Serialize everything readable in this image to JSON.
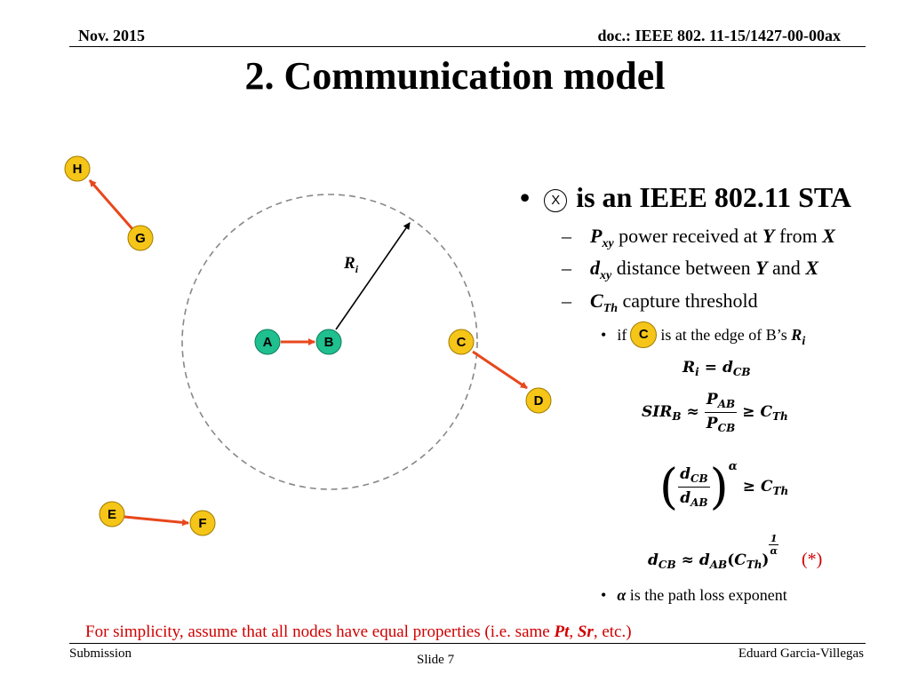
{
  "header": {
    "date": "Nov. 2015",
    "doc": "doc.: IEEE 802. 11-15/1427-00-00ax"
  },
  "title": "2. Communication model",
  "diagram": {
    "nodes": {
      "A": "A",
      "B": "B",
      "C": "C",
      "D": "D",
      "E": "E",
      "F": "F",
      "G": "G",
      "H": "H"
    },
    "radius_label": "R",
    "radius_sub": "i",
    "colors": {
      "station": "#f5c518",
      "pair": "#1fbf8f",
      "arrow": "#e8471c",
      "range": "#888888"
    }
  },
  "bullets": {
    "main": {
      "marker": "•",
      "symbol": "X",
      "text": "is an IEEE 802.11 STA"
    },
    "items": [
      {
        "dash": "–",
        "sym": "P",
        "sub": "xy",
        "pre": " power received at ",
        "a": "Y",
        "mid": " from ",
        "b": "X"
      },
      {
        "dash": "–",
        "sym": "d",
        "sub": "xy",
        "pre": " distance between ",
        "a": "Y",
        "mid": " and ",
        "b": "X"
      },
      {
        "dash": "–",
        "sym": "C",
        "sub": "Th",
        "pre": " capture threshold",
        "a": "",
        "mid": "",
        "b": ""
      }
    ],
    "edge": {
      "marker": "•",
      "pre": "if",
      "node": "C",
      "post": "is at the edge of B’s",
      "sym": "R",
      "sub": "i"
    },
    "alpha": {
      "marker": "•",
      "sym": "α",
      "text": " is the path loss exponent"
    }
  },
  "equations": {
    "eq1": {
      "lhs": "R",
      "lhs_sub": "i",
      "op": "=",
      "rhs": "d",
      "rhs_sub": "CB"
    },
    "eq2": {
      "lhs": "SIR",
      "lhs_sub": "B",
      "op": "≈",
      "num": "P",
      "num_sub": "AB",
      "den": "P",
      "den_sub": "CB",
      "op2": "≥",
      "rhs": "C",
      "rhs_sub": "Th"
    },
    "eq3": {
      "num": "d",
      "num_sub": "CB",
      "den": "d",
      "den_sub": "AB",
      "exp": "α",
      "op": "≥",
      "rhs": "C",
      "rhs_sub": "Th"
    },
    "eq4": {
      "lhs": "d",
      "lhs_sub": "CB",
      "op": "≈",
      "rhs": "d",
      "rhs_sub": "AB",
      "base": "C",
      "base_sub": "Th",
      "exp_num": "1",
      "exp_den": "α",
      "mark": "(*)"
    }
  },
  "note": {
    "pre": "For simplicity, assume that all nodes have equal properties (i.e. same ",
    "pt": "Pt",
    "sep": ", ",
    "sr": "Sr",
    "post": ", etc.)"
  },
  "footer": {
    "left": "Submission",
    "center": "Slide 7",
    "right": "Eduard Garcia-Villegas"
  }
}
